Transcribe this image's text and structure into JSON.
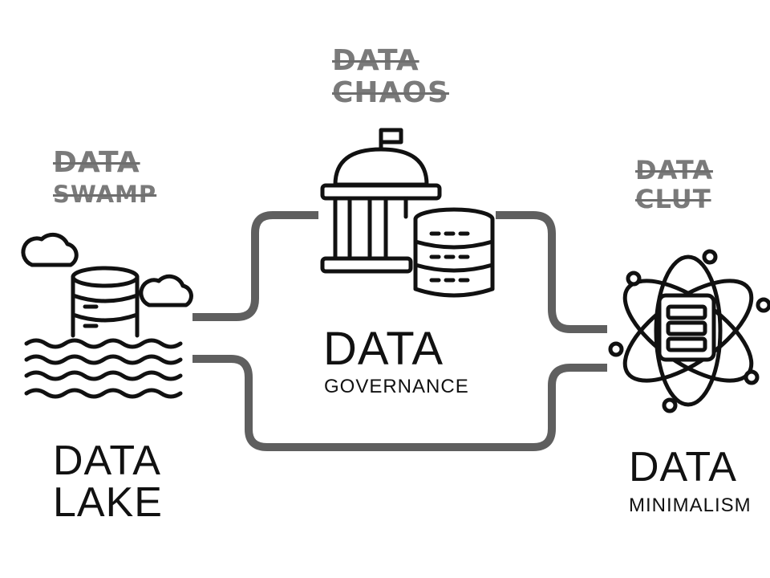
{
  "chaos": {
    "line1": "DATA",
    "line2": "CHAOS"
  },
  "swamp": {
    "line1": "DATA",
    "line2": "SWAMP"
  },
  "clut": {
    "line1": "DATA",
    "line2": "CLUT"
  },
  "governance": {
    "title": "DATA",
    "subtitle": "GOVERNANCE"
  },
  "lake": {
    "line1": "DATA",
    "line2": "LAKE"
  },
  "minimalism": {
    "title": "DATA",
    "subtitle": "MINIMALISM"
  },
  "colors": {
    "ink": "#111111",
    "connector": "#5f5f5f",
    "struck": "#7a7a7a"
  },
  "icons": [
    "clouds-database-waves-icon",
    "government-building-database-icon",
    "atom-database-icon"
  ]
}
